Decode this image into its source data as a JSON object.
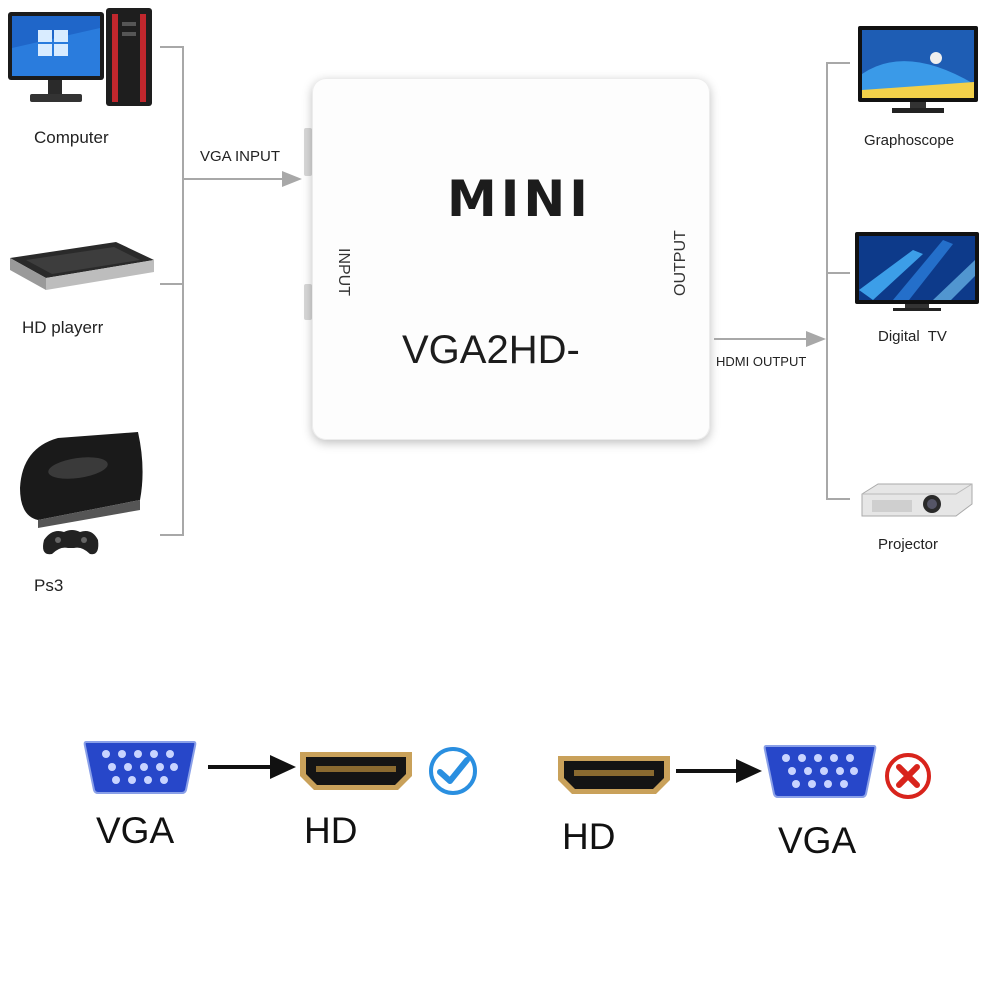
{
  "sources": [
    {
      "label": "Computer",
      "icon": "computer-icon"
    },
    {
      "label": "HD playerr",
      "icon": "media-player-icon"
    },
    {
      "label": "Ps3",
      "icon": "game-console-icon"
    }
  ],
  "input_arrow_label": "VGA INPUT",
  "device": {
    "brand": "MINI",
    "model": "VGA2HD-",
    "input_label": "INPUT",
    "output_label": "OUTPUT"
  },
  "output_arrow_label": "HDMI OUTPUT",
  "outputs": [
    {
      "label": "Graphoscope",
      "icon": "monitor-icon"
    },
    {
      "label": "Digital  TV",
      "icon": "tv-icon"
    },
    {
      "label": "Projector",
      "icon": "projector-icon"
    }
  ],
  "compatibility": [
    {
      "from": "VGA",
      "to": "HD",
      "supported": true
    },
    {
      "from": "HD",
      "to": "VGA",
      "supported": false
    }
  ],
  "colors": {
    "vga_blue": "#2747c9",
    "check_blue": "#2a8fe0",
    "cross_red": "#d8241c",
    "hdmi_gold": "#c9a15a"
  }
}
